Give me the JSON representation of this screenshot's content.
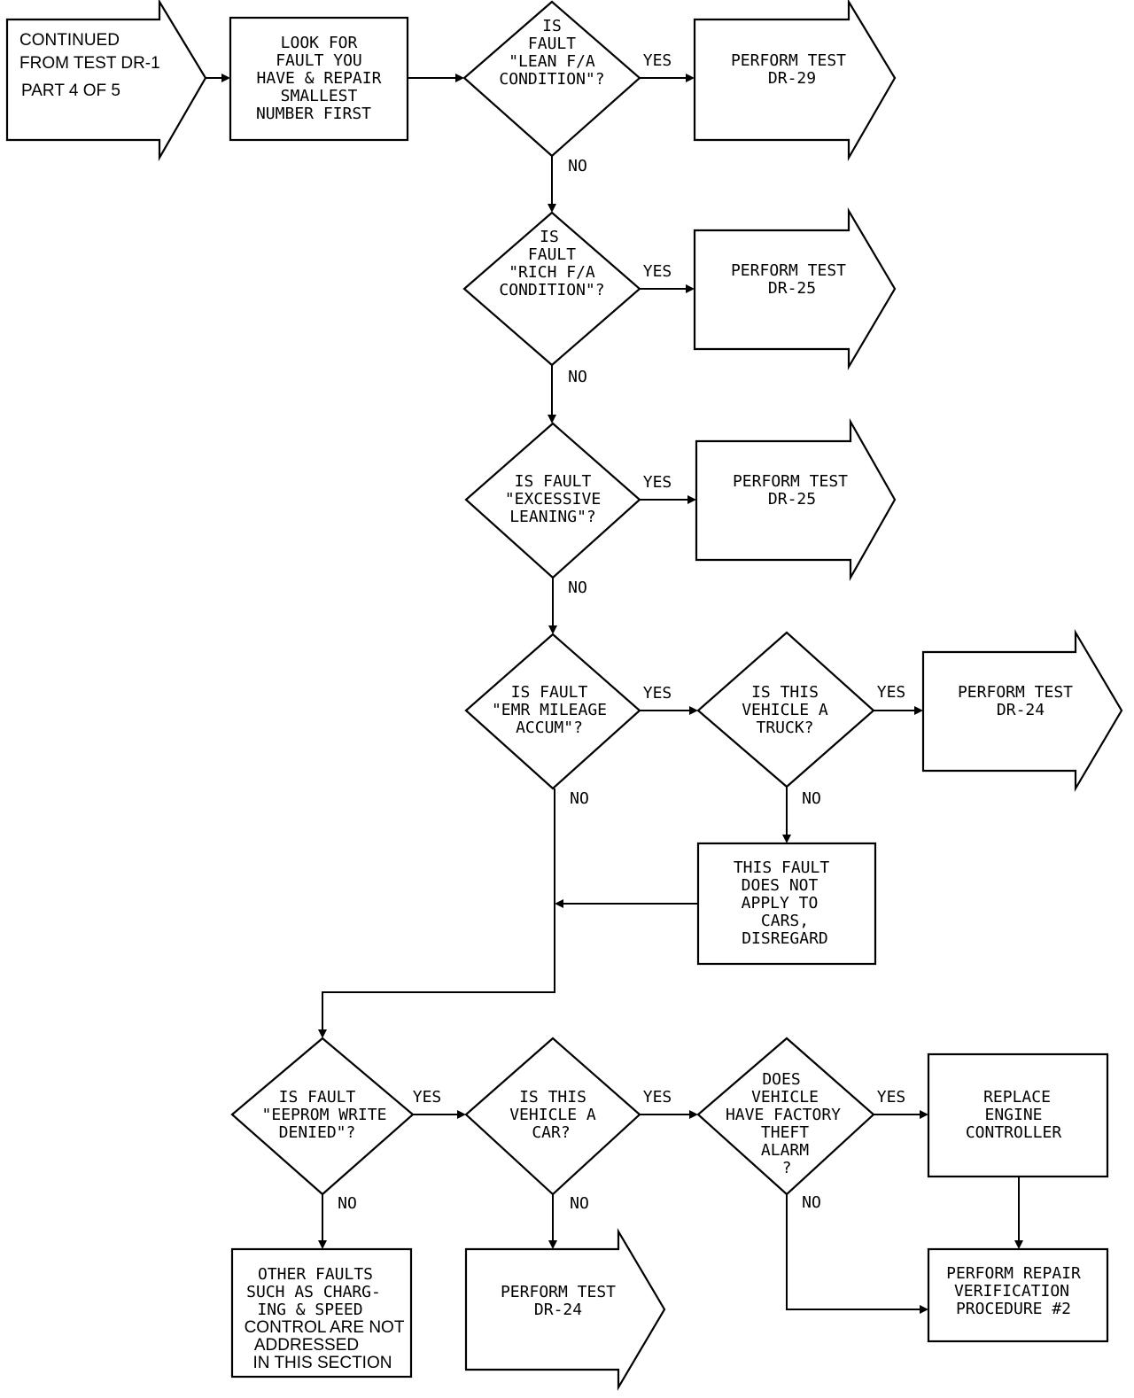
{
  "start": {
    "lines": [
      "CONTINUED",
      "FROM  TEST DR-1",
      "PART 4 OF 5"
    ]
  },
  "look_box": {
    "lines": [
      "LOOK FOR",
      "FAULT YOU",
      "HAVE & REPAIR",
      "SMALLEST",
      "NUMBER FIRST"
    ]
  },
  "decisions": {
    "lean": [
      "IS",
      "FAULT",
      "\"LEAN F/A",
      "CONDITION\"?"
    ],
    "rich": [
      "IS",
      "FAULT",
      "\"RICH F/A",
      "CONDITION\"?"
    ],
    "excessive": [
      "IS FAULT",
      "\"EXCESSIVE",
      "LEANING\"?"
    ],
    "emr": [
      "IS FAULT",
      "\"EMR MILEAGE",
      "ACCUM\"?"
    ],
    "truck": [
      "IS THIS",
      "VEHICLE A",
      "TRUCK?"
    ],
    "eeprom": [
      "IS FAULT",
      "\"EEPROM WRITE",
      "DENIED\"?"
    ],
    "car": [
      "IS THIS",
      "VEHICLE A",
      "CAR?"
    ],
    "theft": [
      "DOES",
      "VEHICLE",
      "HAVE FACTORY",
      "THEFT",
      "ALARM",
      "?"
    ]
  },
  "outcomes": {
    "dr29": [
      "PERFORM TEST",
      "DR-29"
    ],
    "dr25_a": [
      "PERFORM TEST",
      "DR-25"
    ],
    "dr25_b": [
      "PERFORM TEST",
      "DR-25"
    ],
    "dr24_a": [
      "PERFORM TEST",
      "DR-24"
    ],
    "dr24_b": [
      "PERFORM TEST",
      "DR-24"
    ]
  },
  "boxes": {
    "not_apply": [
      "THIS FAULT",
      "DOES NOT",
      "APPLY TO",
      "CARS,",
      "DISREGARD"
    ],
    "replace": [
      "REPLACE",
      "ENGINE",
      "CONTROLLER"
    ],
    "repair": [
      "PERFORM REPAIR",
      "VERIFICATION",
      "PROCEDURE #2"
    ],
    "other_faults": [
      "OTHER FAULTS",
      "SUCH AS CHARG-",
      "ING & SPEED",
      "CONTROL ARE NOT",
      "ADDRESSED",
      "IN THIS SECTION"
    ]
  },
  "labels": {
    "yes": "YES",
    "no": "NO"
  }
}
